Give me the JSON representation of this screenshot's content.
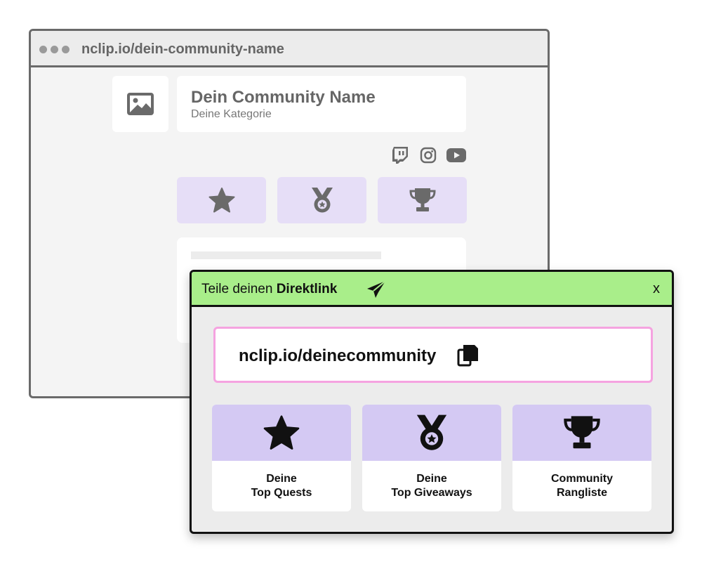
{
  "browser": {
    "url": "nclip.io/dein-community-name",
    "community": {
      "name": "Dein Community Name",
      "category": "Deine Kategorie",
      "logo_icon": "image-icon"
    },
    "socials": [
      "twitch-icon",
      "instagram-icon",
      "youtube-icon"
    ],
    "tiles": [
      "star-icon",
      "medal-icon",
      "trophy-icon"
    ]
  },
  "modal": {
    "title_prefix": "Teile deinen",
    "title_bold": "Direktlink",
    "close_label": "x",
    "link": "nclip.io/deinecommunity",
    "cards": [
      {
        "icon": "star-icon",
        "label": "Deine\nTop Quests"
      },
      {
        "icon": "medal-icon",
        "label": "Deine\nTop Giveaways"
      },
      {
        "icon": "trophy-icon",
        "label": "Community\nRangliste"
      }
    ]
  },
  "colors": {
    "header_green": "#a9ee8a",
    "link_border_pink": "#f5a3e0",
    "tile_purple": "#d4c9f3",
    "bg_tile_purple": "#e6def7"
  }
}
